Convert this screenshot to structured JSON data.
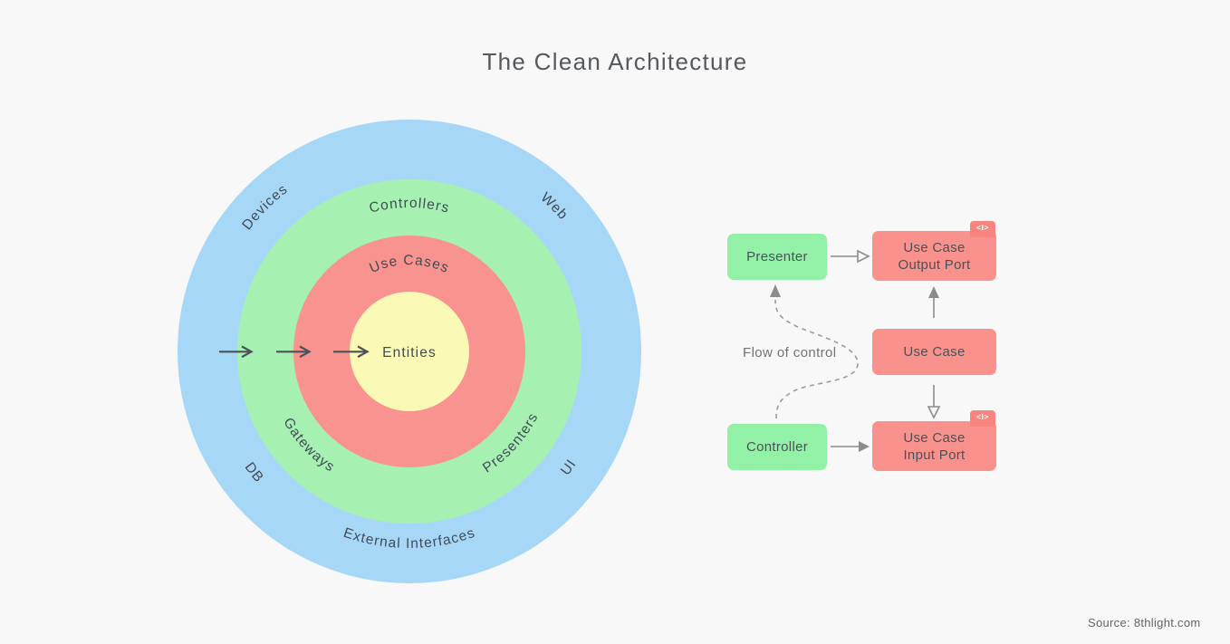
{
  "title": "The Clean Architecture",
  "source_note": "Source: 8thlight.com",
  "onion": {
    "center_label": "Entities",
    "outer_ring": {
      "devices": "Devices",
      "web": "Web",
      "db": "DB",
      "ui": "UI",
      "external_interfaces": "External Interfaces"
    },
    "adapters_ring": {
      "controllers": "Controllers",
      "gateways": "Gateways",
      "presenters": "Presenters"
    },
    "use_cases_ring": {
      "use_cases": "Use Cases"
    }
  },
  "flow": {
    "label": "Flow of control",
    "presenter": "Presenter",
    "controller": "Controller",
    "use_case": "Use Case",
    "output_port": {
      "line1": "Use Case",
      "line2": "Output Port"
    },
    "input_port": {
      "line1": "Use Case",
      "line2": "Input Port"
    },
    "interface_badge": "<I>"
  },
  "colors": {
    "background": "#F8F8F8",
    "outer_ring_blue": "#A7D7F7",
    "adapters_ring_green": "#A6F1B2",
    "use_cases_ring_red": "#F9938F",
    "entities_yellow": "#FAF9B5",
    "green_box": "#93F0A7",
    "red_box": "#F9918D",
    "badge_red": "#F8847F",
    "arrow_gray": "#8C8C8C",
    "ring_text": "#414B55"
  }
}
